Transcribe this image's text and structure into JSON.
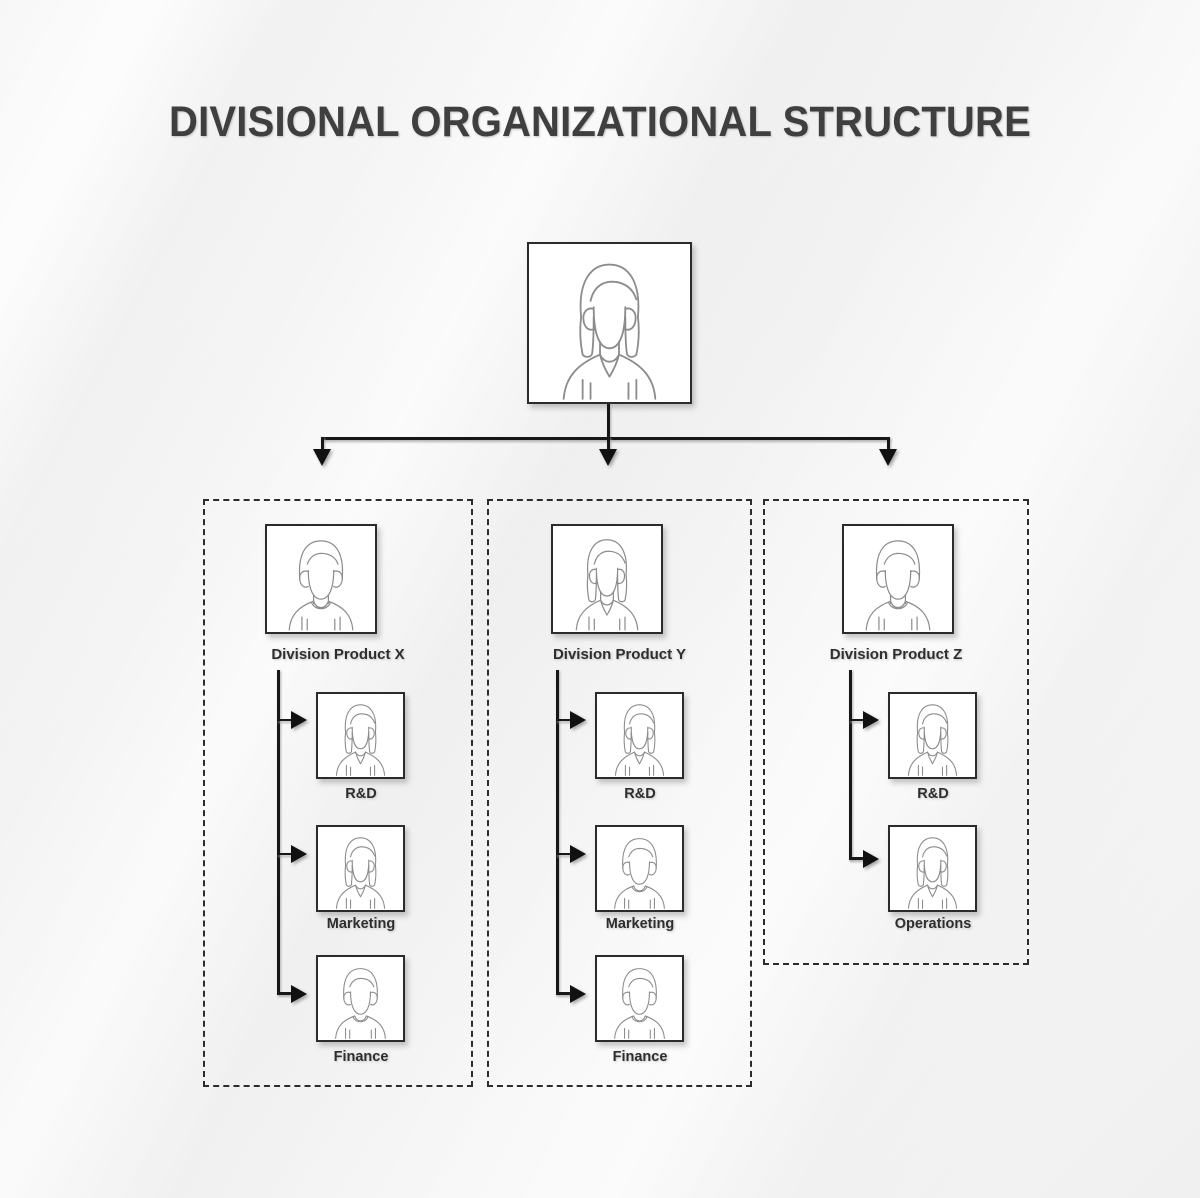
{
  "page": {
    "title": "DIVISIONAL ORGANIZATIONAL STRUCTURE",
    "background_color": "#f4f4f4",
    "line_color": "#171717",
    "box_border_color": "#2b2b2b",
    "box_fill_color": "#ffffff",
    "label_color": "#2e2e2e",
    "title_color": "#3f3f3f"
  },
  "chart_data": {
    "type": "org-chart",
    "title": "DIVISIONAL ORGANIZATIONAL STRUCTURE",
    "root": {
      "label": "",
      "avatar": "female-avatar-icon"
    },
    "divisions": [
      {
        "label": "Division Product X",
        "avatar": "male-avatar-icon",
        "children": [
          {
            "label": "R&D",
            "avatar": "female-avatar-icon"
          },
          {
            "label": "Marketing",
            "avatar": "female-avatar-icon"
          },
          {
            "label": "Finance",
            "avatar": "male-avatar-icon"
          }
        ]
      },
      {
        "label": "Division Product Y",
        "avatar": "female-avatar-icon",
        "children": [
          {
            "label": "R&D",
            "avatar": "female-avatar-icon"
          },
          {
            "label": "Marketing",
            "avatar": "male-avatar-icon"
          },
          {
            "label": "Finance",
            "avatar": "male-avatar-icon"
          }
        ]
      },
      {
        "label": "Division Product Z",
        "avatar": "male-avatar-icon",
        "children": [
          {
            "label": "R&D",
            "avatar": "female-avatar-icon"
          },
          {
            "label": "Operations",
            "avatar": "female-avatar-icon"
          }
        ]
      }
    ]
  }
}
